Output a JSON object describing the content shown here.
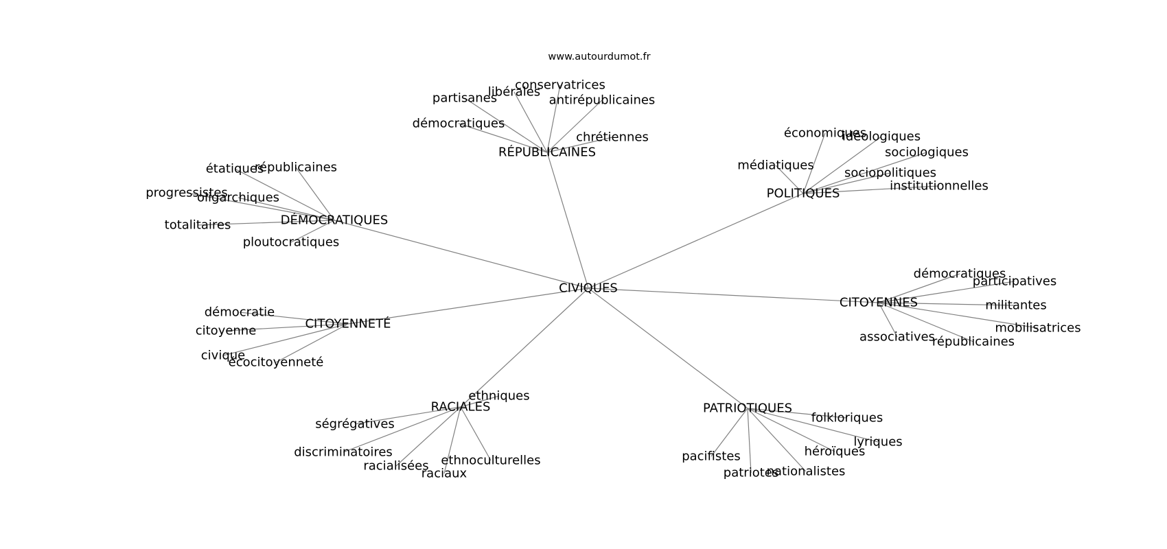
{
  "source": "www.autourdumot.fr",
  "center": "CIVIQUES",
  "groups": [
    {
      "hub": "RÉPUBLICAINES",
      "leaves": [
        "conservatrices",
        "libérales",
        "antirépublicaines",
        "partisanes",
        "démocratiques",
        "chrétiennes"
      ]
    },
    {
      "hub": "POLITIQUES",
      "leaves": [
        "économiques",
        "idéologiques",
        "sociologiques",
        "médiatiques",
        "sociopolitiques",
        "institutionnelles"
      ]
    },
    {
      "hub": "DÉMOCRATIQUES",
      "leaves": [
        "étatiques",
        "républicaines",
        "progressistes",
        "oligarchiques",
        "totalitaires",
        "ploutocratiques"
      ]
    },
    {
      "hub": "CITOYENNES",
      "leaves": [
        "démocratiques",
        "participatives",
        "militantes",
        "mobilisatrices",
        "associatives",
        "républicaines"
      ]
    },
    {
      "hub": "CITOYENNETÉ",
      "leaves": [
        "démocratie",
        "citoyenne",
        "civique",
        "écocitoyenneté"
      ]
    },
    {
      "hub": "RACIALES",
      "leaves": [
        "ethniques",
        "ségrégatives",
        "discriminatoires",
        "racialisées",
        "ethnoculturelles",
        "raciaux"
      ]
    },
    {
      "hub": "PATRIOTIQUES",
      "leaves": [
        "folkloriques",
        "lyriques",
        "héroïques",
        "pacifistes",
        "patriotes",
        "nationalistes"
      ]
    }
  ]
}
